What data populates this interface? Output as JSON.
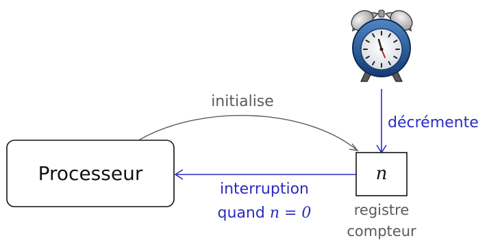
{
  "nodes": {
    "processor": {
      "label": "Processeur"
    },
    "register": {
      "symbol": "n",
      "caption_line1": "registre",
      "caption_line2": "compteur"
    },
    "clock": {
      "icon": "alarm-clock-icon"
    }
  },
  "edges": {
    "initialise": {
      "label": "initialise"
    },
    "decremente": {
      "label": "décrémente"
    },
    "interruption": {
      "label_line1": "interruption",
      "label_line2_text": "quand ",
      "label_line2_math": "n = 0"
    }
  },
  "colors": {
    "blue": "#2a2ac4",
    "gray": "#5a5a5a",
    "text": "#111111"
  }
}
